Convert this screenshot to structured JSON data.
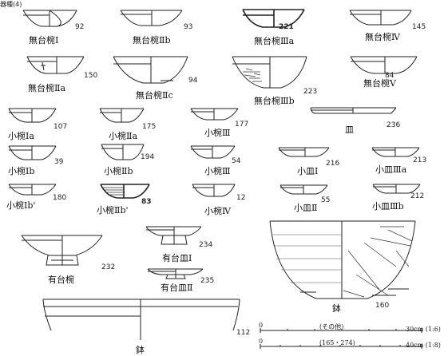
{
  "header": "器種(4)",
  "items": [
    {
      "label": "無台椀Ⅰ",
      "num": "92"
    },
    {
      "label": "無台椀Ⅱb",
      "num": "93"
    },
    {
      "label": "無台椀Ⅲa",
      "num": "221"
    },
    {
      "label": "無台椀Ⅳ",
      "num": "145"
    },
    {
      "label": "無台椀Ⅱa",
      "num": "150"
    },
    {
      "label": "無台椀Ⅱc",
      "num": "94"
    },
    {
      "label": "無台椀Ⅲb",
      "num": "223"
    },
    {
      "label": "無台椀Ⅴ",
      "num": "84"
    },
    {
      "label": "小椀Ⅰa",
      "num": "107"
    },
    {
      "label": "小椀Ⅱa",
      "num": "175"
    },
    {
      "label": "小椀Ⅲ",
      "num": "177"
    },
    {
      "label": "皿",
      "num": "236"
    },
    {
      "label": "小椀Ⅰb",
      "num": "39"
    },
    {
      "label": "小椀Ⅱb",
      "num": "194"
    },
    {
      "label": "小椀Ⅲ",
      "num": "54"
    },
    {
      "label": "小皿Ⅰ",
      "num": "216"
    },
    {
      "label": "小皿Ⅲa",
      "num": "213"
    },
    {
      "label": "小椀Ⅰb'",
      "num": "180"
    },
    {
      "label": "小椀Ⅱb'",
      "num": "83"
    },
    {
      "label": "小椀Ⅳ",
      "num": "12"
    },
    {
      "label": "小皿Ⅱ",
      "num": "55"
    },
    {
      "label": "小皿Ⅲb",
      "num": "212"
    },
    {
      "label": "有台椀",
      "num": "232"
    },
    {
      "label": "有台皿Ⅰ",
      "num": "234"
    },
    {
      "label": "有台皿Ⅱ",
      "num": "235"
    },
    {
      "label": "鉢",
      "num": "160"
    },
    {
      "label": "鉢",
      "num": "112"
    }
  ],
  "scale": {
    "zero1": "0",
    "zero2": "0",
    "label1": "(その他)",
    "label2": "(165・274)",
    "end1": "30cm (1:6)",
    "end2": "40cm (1:8)"
  }
}
